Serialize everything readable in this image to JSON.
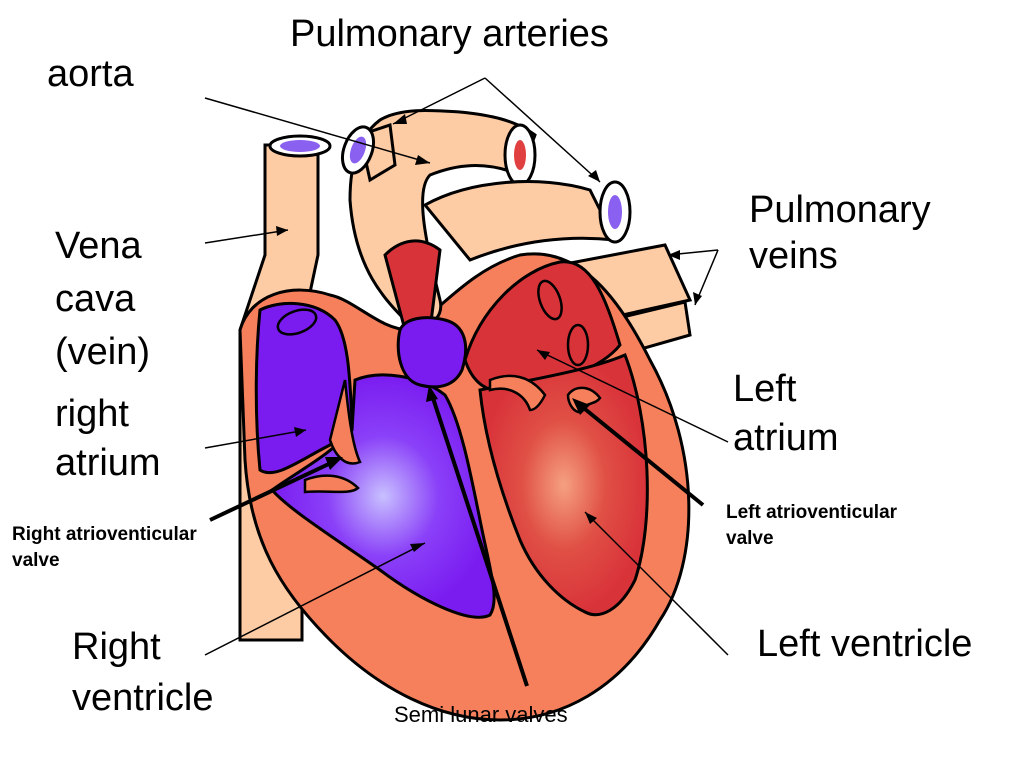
{
  "labels": {
    "pulmonary_arteries": "Pulmonary arteries",
    "aorta": "aorta",
    "pulmonary_veins": "Pulmonary\nveins",
    "vena_cava": "Vena\ncava\n(vein)",
    "right_atrium": "right\natrium",
    "left_atrium": "Left\natrium",
    "right_av_valve": "Right atrioventicular\nvalve",
    "left_av_valve": "Left atrioventicular\nvalve",
    "right_ventricle": "Right\nventricle",
    "left_ventricle": "Left ventricle",
    "semi_lunar_valves": "Semi lunar valves"
  },
  "colors": {
    "vessel": "#fdcba4",
    "muscle": "#f7805c",
    "muscle_dark": "#d8522f",
    "deoxygenated": "#7a1cf0",
    "deoxygenated_light": "#b8a8ff",
    "oxygenated": "#d9333a",
    "oxygenated_light": "#f07060",
    "outline": "#000000"
  }
}
